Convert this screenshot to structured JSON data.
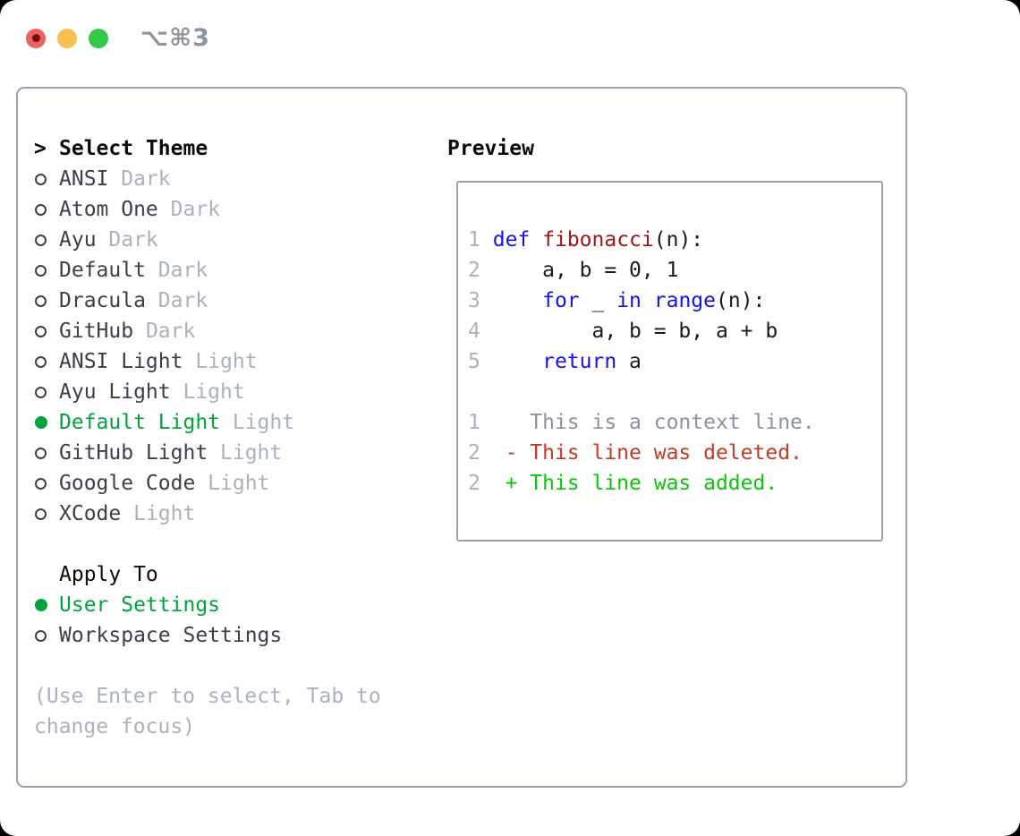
{
  "window": {
    "title": "⌥⌘3",
    "traffic_lights": {
      "close": "close",
      "minimize": "minimize",
      "zoom": "zoom"
    }
  },
  "theme_picker": {
    "header_prefix": ">",
    "header": "Select Theme",
    "items": [
      {
        "name": "ANSI",
        "variant": "Dark",
        "selected": false
      },
      {
        "name": "Atom One",
        "variant": "Dark",
        "selected": false
      },
      {
        "name": "Ayu",
        "variant": "Dark",
        "selected": false
      },
      {
        "name": "Default",
        "variant": "Dark",
        "selected": false
      },
      {
        "name": "Dracula",
        "variant": "Dark",
        "selected": false
      },
      {
        "name": "GitHub",
        "variant": "Dark",
        "selected": false
      },
      {
        "name": "ANSI Light",
        "variant": "Light",
        "selected": false
      },
      {
        "name": "Ayu Light",
        "variant": "Light",
        "selected": false
      },
      {
        "name": "Default Light",
        "variant": "Light",
        "selected": true
      },
      {
        "name": "GitHub Light",
        "variant": "Light",
        "selected": false
      },
      {
        "name": "Google Code",
        "variant": "Light",
        "selected": false
      },
      {
        "name": "XCode",
        "variant": "Light",
        "selected": false
      }
    ]
  },
  "apply_to": {
    "header": "Apply To",
    "options": [
      {
        "label": "User Settings",
        "selected": true
      },
      {
        "label": "Workspace Settings",
        "selected": false
      }
    ]
  },
  "hint": {
    "lines": [
      "(Use Enter to select, Tab to",
      "change focus)"
    ]
  },
  "preview": {
    "title": "Preview",
    "lines": [
      [
        [
          "num",
          "1"
        ],
        [
          "pl",
          " "
        ],
        [
          "kw",
          "def"
        ],
        [
          "pl",
          " "
        ],
        [
          "fn",
          "fibonacci"
        ],
        [
          "pl",
          "(n):"
        ]
      ],
      [
        [
          "num",
          "2"
        ],
        [
          "pl",
          "     a, b = 0, 1"
        ]
      ],
      [
        [
          "num",
          "3"
        ],
        [
          "pl",
          "     "
        ],
        [
          "kw",
          "for"
        ],
        [
          "pl",
          " _ "
        ],
        [
          "kw",
          "in"
        ],
        [
          "pl",
          " "
        ],
        [
          "kw",
          "range"
        ],
        [
          "pl",
          "(n):"
        ]
      ],
      [
        [
          "num",
          "4"
        ],
        [
          "pl",
          "         a, b = b, a + b"
        ]
      ],
      [
        [
          "num",
          "5"
        ],
        [
          "pl",
          "     "
        ],
        [
          "kw",
          "return"
        ],
        [
          "pl",
          " a"
        ]
      ],
      [],
      [
        [
          "num",
          "1"
        ],
        [
          "ctx",
          "    This is a context line."
        ]
      ],
      [
        [
          "num",
          "2"
        ],
        [
          "pl",
          "  "
        ],
        [
          "del",
          "- This line was deleted."
        ]
      ],
      [
        [
          "num",
          "2"
        ],
        [
          "pl",
          "  "
        ],
        [
          "add",
          "+ This line was added."
        ]
      ]
    ]
  },
  "colors": {
    "c-green": "#00a33c",
    "c-add": "#0cc40c",
    "c-del": "#c43a24",
    "c-kw": "#1414e6",
    "c-fn": "#a31515",
    "c-muted": "#a9b2bd",
    "c-ctx": "#8b929c",
    "c-text": "#3a404a",
    "c-black": "#0a0a0a",
    "c-border": "#98a1ad",
    "c-title": "#8e949b",
    "c-red-light": "#f0605c",
    "c-red-dot": "#6e1311",
    "c-yellow-light": "#f6bf4e",
    "c-green-light": "#34c748"
  }
}
